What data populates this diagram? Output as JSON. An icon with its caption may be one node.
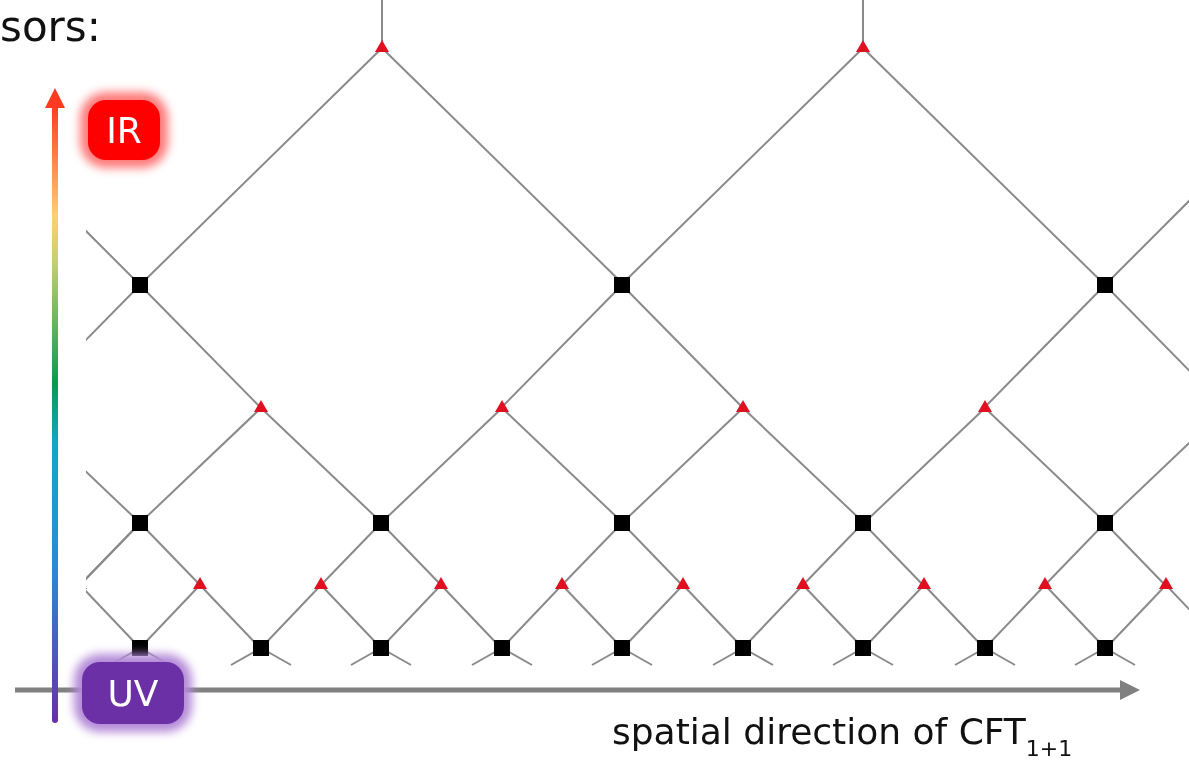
{
  "diagram": {
    "nodes": [
      {
        "text": [
          "IR"
        ]
      },
      {
        "text": [
          "UV"
        ]
      }
    ],
    "labels": [
      "sors:",
      "spatial direction of CFT$_{1+1}$"
    ]
  }
}
